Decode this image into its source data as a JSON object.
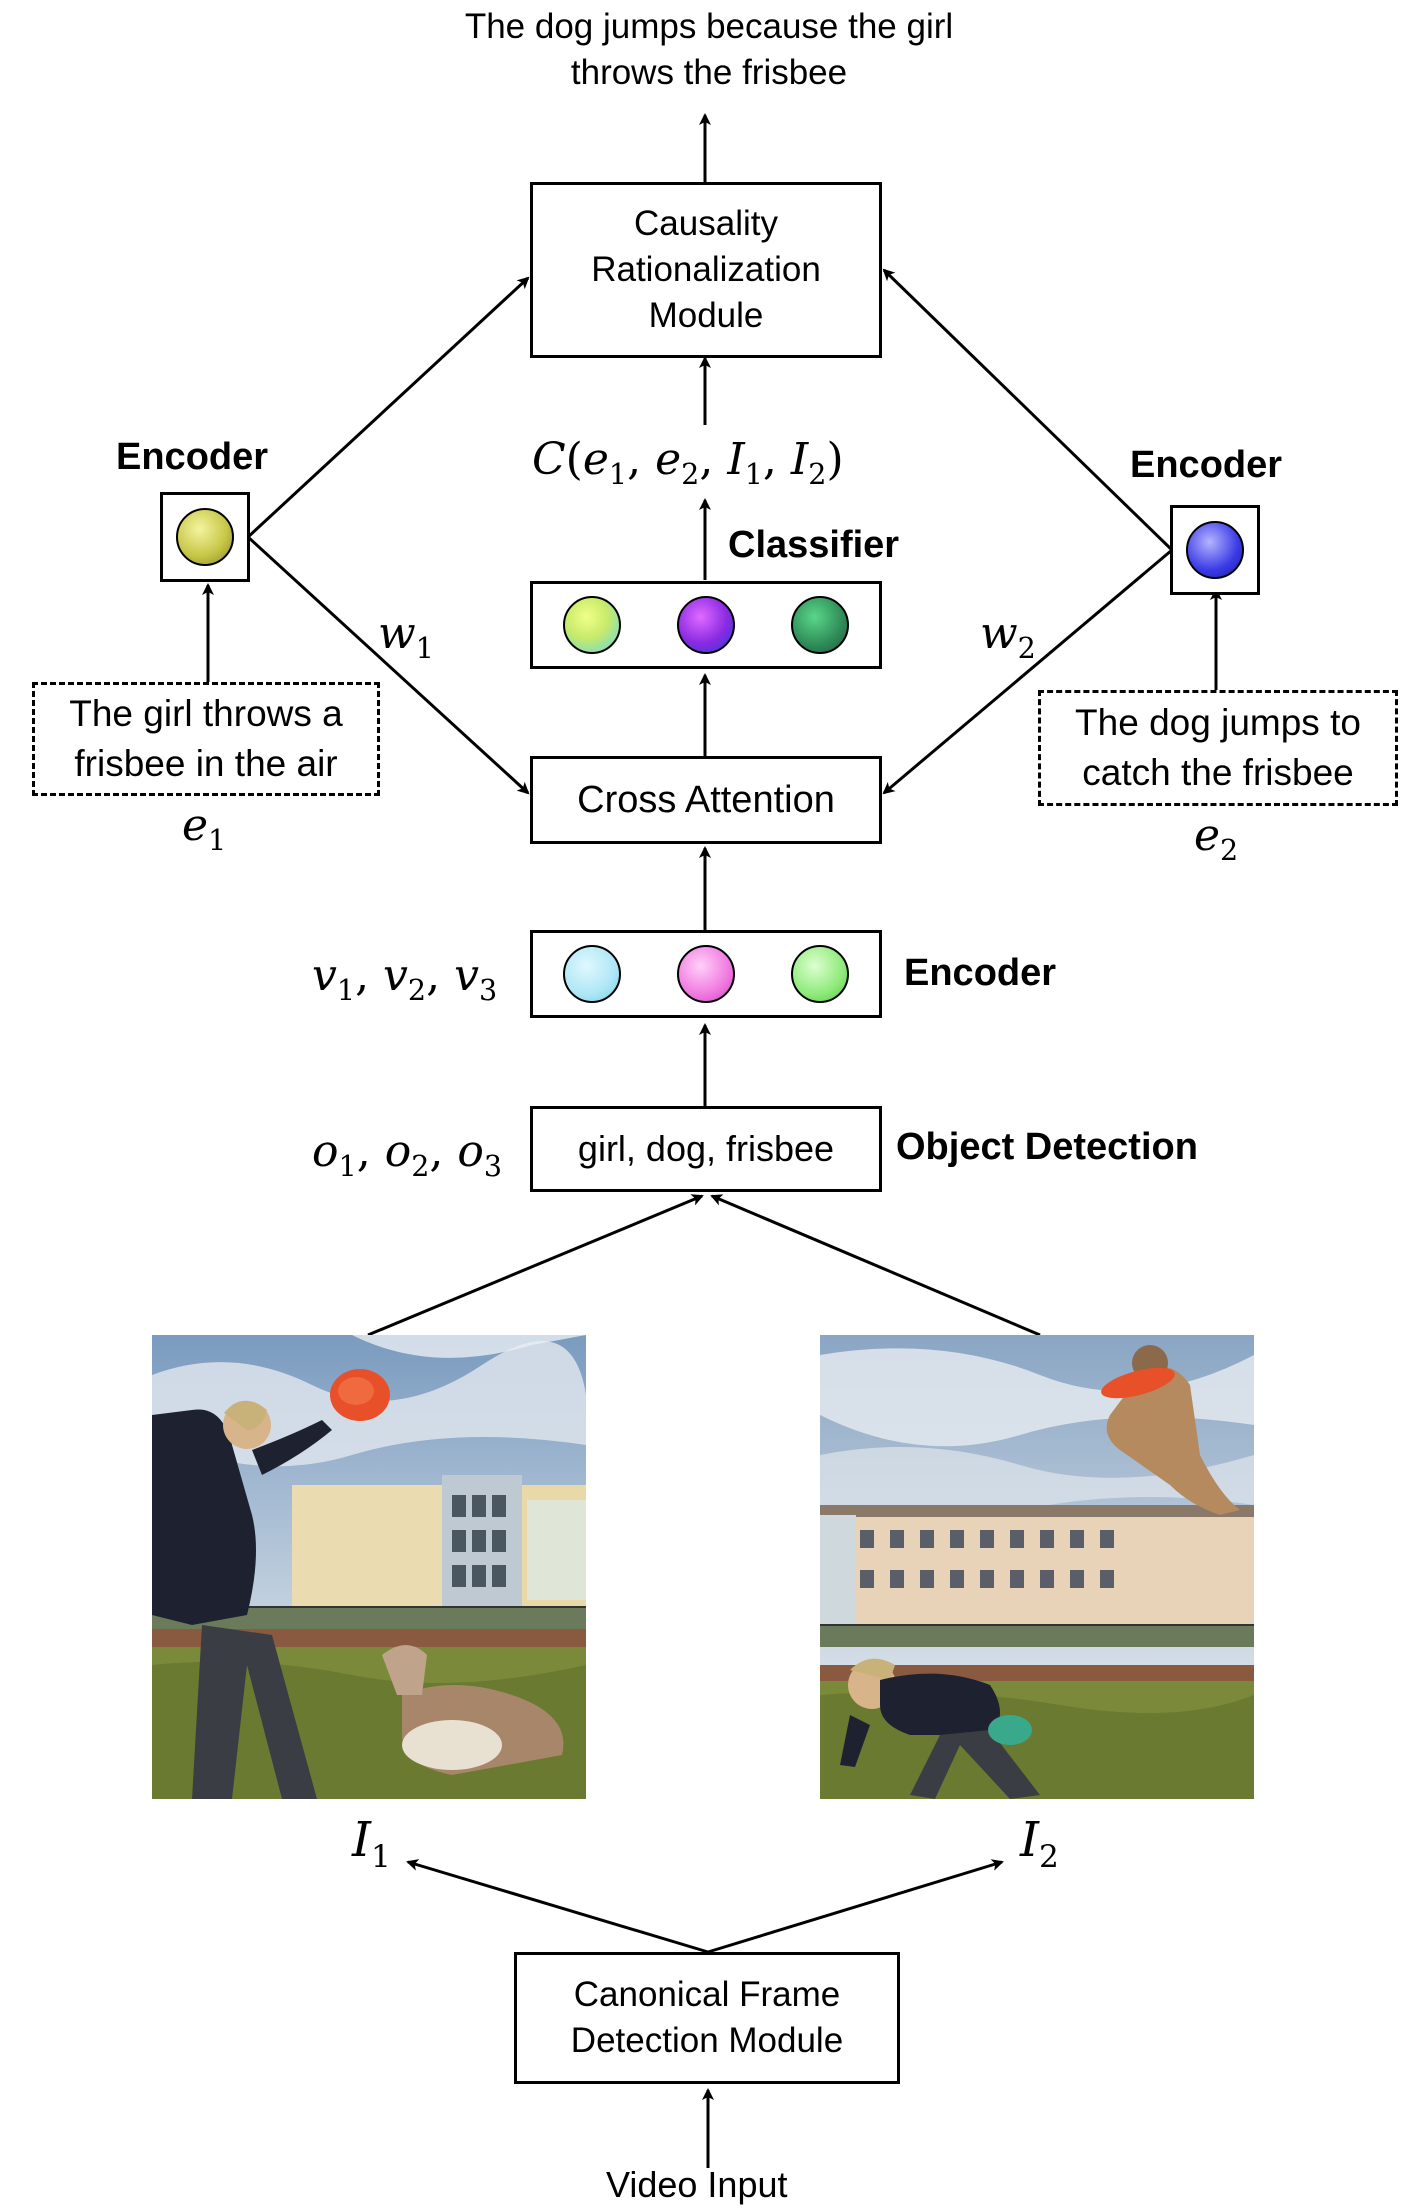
{
  "output_text": [
    "The dog jumps because the girl",
    "throws the frisbee"
  ],
  "causality_module": [
    "Causality",
    "Rationalization",
    "Module"
  ],
  "classifier_output": {
    "C": "C",
    "args": [
      "e",
      "1",
      "e",
      "2",
      "I",
      "1",
      "I",
      "2"
    ]
  },
  "classifier_label": "Classifier",
  "left_encoder_label": "Encoder",
  "right_encoder_label": "Encoder",
  "w1": {
    "sym": "w",
    "sub": "1"
  },
  "w2": {
    "sym": "w",
    "sub": "2"
  },
  "e1_text": [
    "The girl throws a",
    "frisbee in the air"
  ],
  "e2_text": [
    "The dog jumps to",
    "catch the frisbee"
  ],
  "e1_label": {
    "sym": "e",
    "sub": "1"
  },
  "e2_label": {
    "sym": "e",
    "sub": "2"
  },
  "cross_attention": "Cross Attention",
  "visual_encoder_label": "Encoder",
  "v_label": {
    "syms": [
      "v",
      "v",
      "v"
    ],
    "subs": [
      "1",
      "2",
      "3"
    ]
  },
  "o_label": {
    "syms": [
      "o",
      "o",
      "o"
    ],
    "subs": [
      "1",
      "2",
      "3"
    ]
  },
  "objects_text": "girl, dog, frisbee",
  "object_detection_label": "Object Detection",
  "I1_label": {
    "sym": "I",
    "sub": "1"
  },
  "I2_label": {
    "sym": "I",
    "sub": "2"
  },
  "canonical_module": [
    "Canonical Frame",
    "Detection Module"
  ],
  "video_input": "Video Input",
  "colors": {
    "left_encoder": "#c8c84a",
    "right_encoder": "#3a3ae6",
    "classifier": [
      "#c8ea6a",
      "#8a2be2",
      "#2e8b57"
    ],
    "visual": [
      "#aee6f5",
      "#f07ae0",
      "#8fea7a"
    ]
  }
}
